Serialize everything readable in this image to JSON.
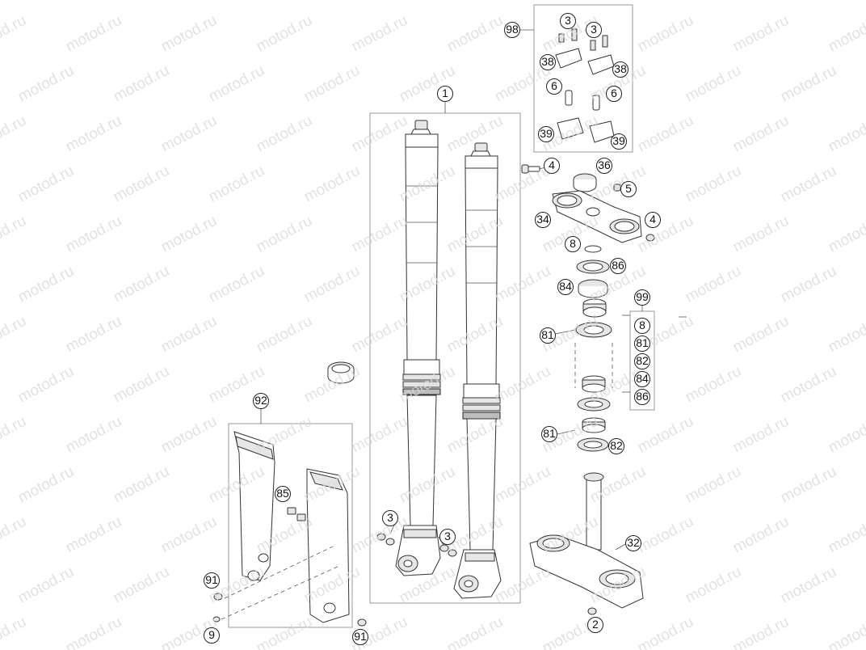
{
  "watermark": "motod.ru",
  "callouts": [
    {
      "id": "c1",
      "label": "1"
    },
    {
      "id": "c98",
      "label": "98"
    },
    {
      "id": "c3a",
      "label": "3"
    },
    {
      "id": "c3b",
      "label": "3"
    },
    {
      "id": "c38a",
      "label": "38"
    },
    {
      "id": "c38b",
      "label": "38"
    },
    {
      "id": "c6a",
      "label": "6"
    },
    {
      "id": "c6b",
      "label": "6"
    },
    {
      "id": "c39a",
      "label": "39"
    },
    {
      "id": "c39b",
      "label": "39"
    },
    {
      "id": "c4a",
      "label": "4"
    },
    {
      "id": "c36",
      "label": "36"
    },
    {
      "id": "c5",
      "label": "5"
    },
    {
      "id": "c34",
      "label": "34"
    },
    {
      "id": "c4b",
      "label": "4"
    },
    {
      "id": "c8a",
      "label": "8"
    },
    {
      "id": "c86a",
      "label": "86"
    },
    {
      "id": "c84a",
      "label": "84"
    },
    {
      "id": "c99",
      "label": "99"
    },
    {
      "id": "c81a",
      "label": "81"
    },
    {
      "id": "k8",
      "label": "8"
    },
    {
      "id": "k81",
      "label": "81"
    },
    {
      "id": "k82",
      "label": "82"
    },
    {
      "id": "k84",
      "label": "84"
    },
    {
      "id": "k86",
      "label": "86"
    },
    {
      "id": "c81b",
      "label": "81"
    },
    {
      "id": "c82",
      "label": "82"
    },
    {
      "id": "c92",
      "label": "92"
    },
    {
      "id": "c85",
      "label": "85"
    },
    {
      "id": "c3c",
      "label": "3"
    },
    {
      "id": "c3d",
      "label": "3"
    },
    {
      "id": "c32",
      "label": "32"
    },
    {
      "id": "c91a",
      "label": "91"
    },
    {
      "id": "c9",
      "label": "9"
    },
    {
      "id": "c91b",
      "label": "91"
    },
    {
      "id": "c2",
      "label": "2"
    }
  ]
}
